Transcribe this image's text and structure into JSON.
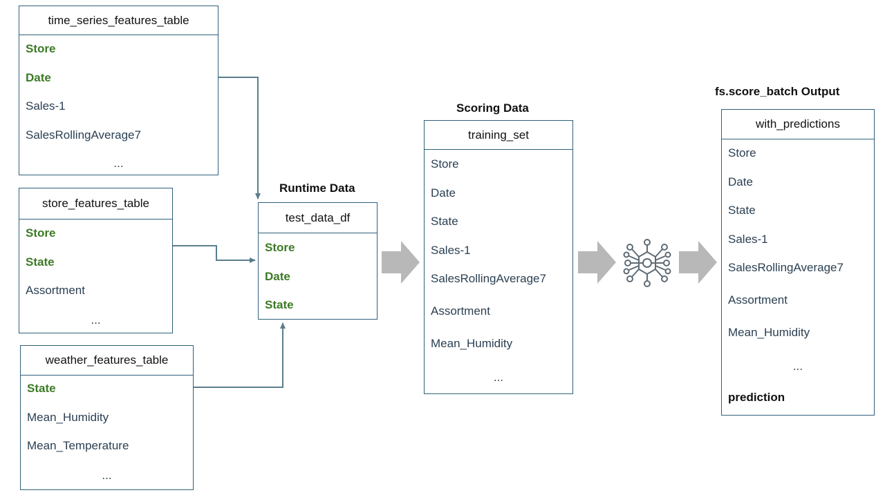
{
  "colors": {
    "border": "#2f5f7a",
    "key_field": "#3c7a25",
    "connector": "#5a7d8c",
    "flow_arrow": "#b8b8b8"
  },
  "tables": {
    "time_series": {
      "title": "time_series_features_table",
      "rows": [
        "Store",
        "Date",
        "Sales-1",
        "SalesRollingAverage7",
        "..."
      ]
    },
    "store": {
      "title": "store_features_table",
      "rows": [
        "Store",
        "State",
        "Assortment",
        "..."
      ]
    },
    "weather": {
      "title": "weather_features_table",
      "rows": [
        "State",
        "Mean_Humidity",
        "Mean_Temperature",
        "..."
      ]
    },
    "runtime": {
      "heading": "Runtime Data",
      "title": "test_data_df",
      "rows": [
        "Store",
        "Date",
        "State"
      ]
    },
    "scoring": {
      "heading": "Scoring Data",
      "title": "training_set",
      "rows": [
        "Store",
        "Date",
        "State",
        "Sales-1",
        "SalesRollingAverage7",
        "Assortment",
        "Mean_Humidity",
        "..."
      ]
    },
    "output": {
      "heading": "fs.score_batch Output",
      "title": "with_predictions",
      "rows": [
        "Store",
        "Date",
        "State",
        "Sales-1",
        "SalesRollingAverage7",
        "Assortment",
        "Mean_Humidity",
        "...",
        "prediction"
      ]
    }
  },
  "icons": {
    "model": "neural-network-icon"
  }
}
